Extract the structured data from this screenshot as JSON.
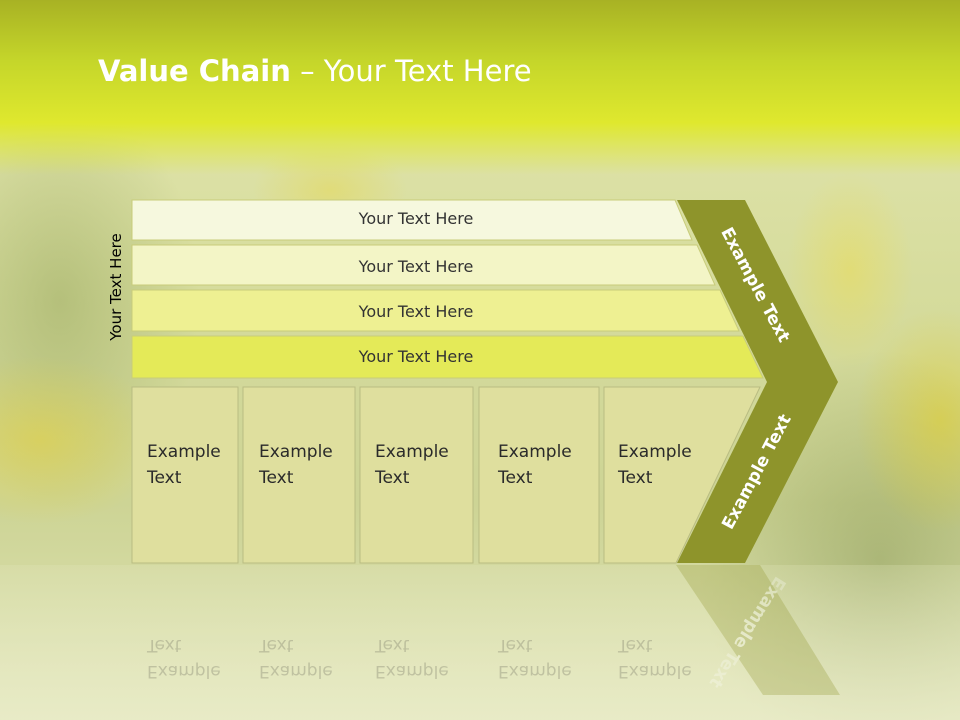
{
  "slide": {
    "title_bold": "Value Chain",
    "title_rest": " – Your Text Here",
    "side_label": "Your Text Here"
  },
  "bars": [
    {
      "label": "Your Text Here"
    },
    {
      "label": "Your Text Here"
    },
    {
      "label": "Your Text Here"
    },
    {
      "label": "Your Text Here"
    }
  ],
  "boxes": [
    {
      "line1": "Example",
      "line2": "Text"
    },
    {
      "line1": "Example",
      "line2": "Text"
    },
    {
      "line1": "Example",
      "line2": "Text"
    },
    {
      "line1": "Example",
      "line2": "Text"
    },
    {
      "line1": "Example",
      "line2": "Text"
    }
  ],
  "chevron": {
    "upper_label": "Example Text",
    "lower_label": "Example Text"
  },
  "colors": {
    "bar_fills": [
      "#f6f8de",
      "#f3f5c6",
      "#eef092",
      "#e4ea58"
    ],
    "box_fill": "#dfdf9e",
    "chevron_fill": "#8e942b",
    "title_text": "#ffffff"
  }
}
